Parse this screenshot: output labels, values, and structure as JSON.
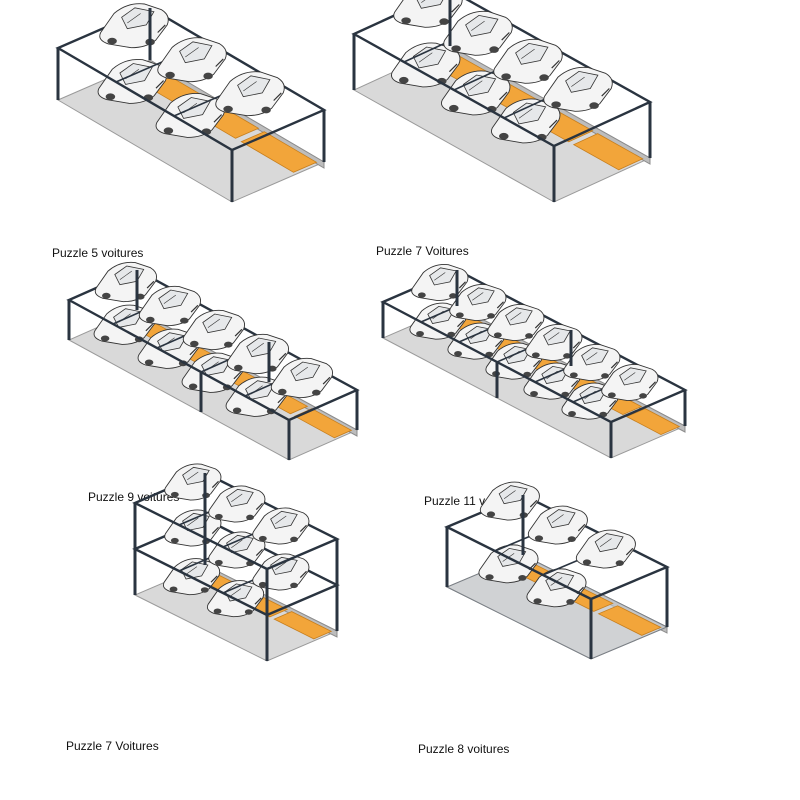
{
  "captions": [
    "Puzzle 5 voitures",
    "Puzzle 7 Voitures",
    "Puzzle 9 voitures",
    "Puzzle 11 voitures",
    "Puzzle 7 Voitures",
    "Puzzle 8 voitures"
  ],
  "colors": {
    "frame": "#2a3440",
    "platform": "#f2a53a",
    "floor": "#d9d9d9",
    "car": "#f4f4f4",
    "car_outline": "#333333",
    "pit": "#c8ccd0"
  }
}
